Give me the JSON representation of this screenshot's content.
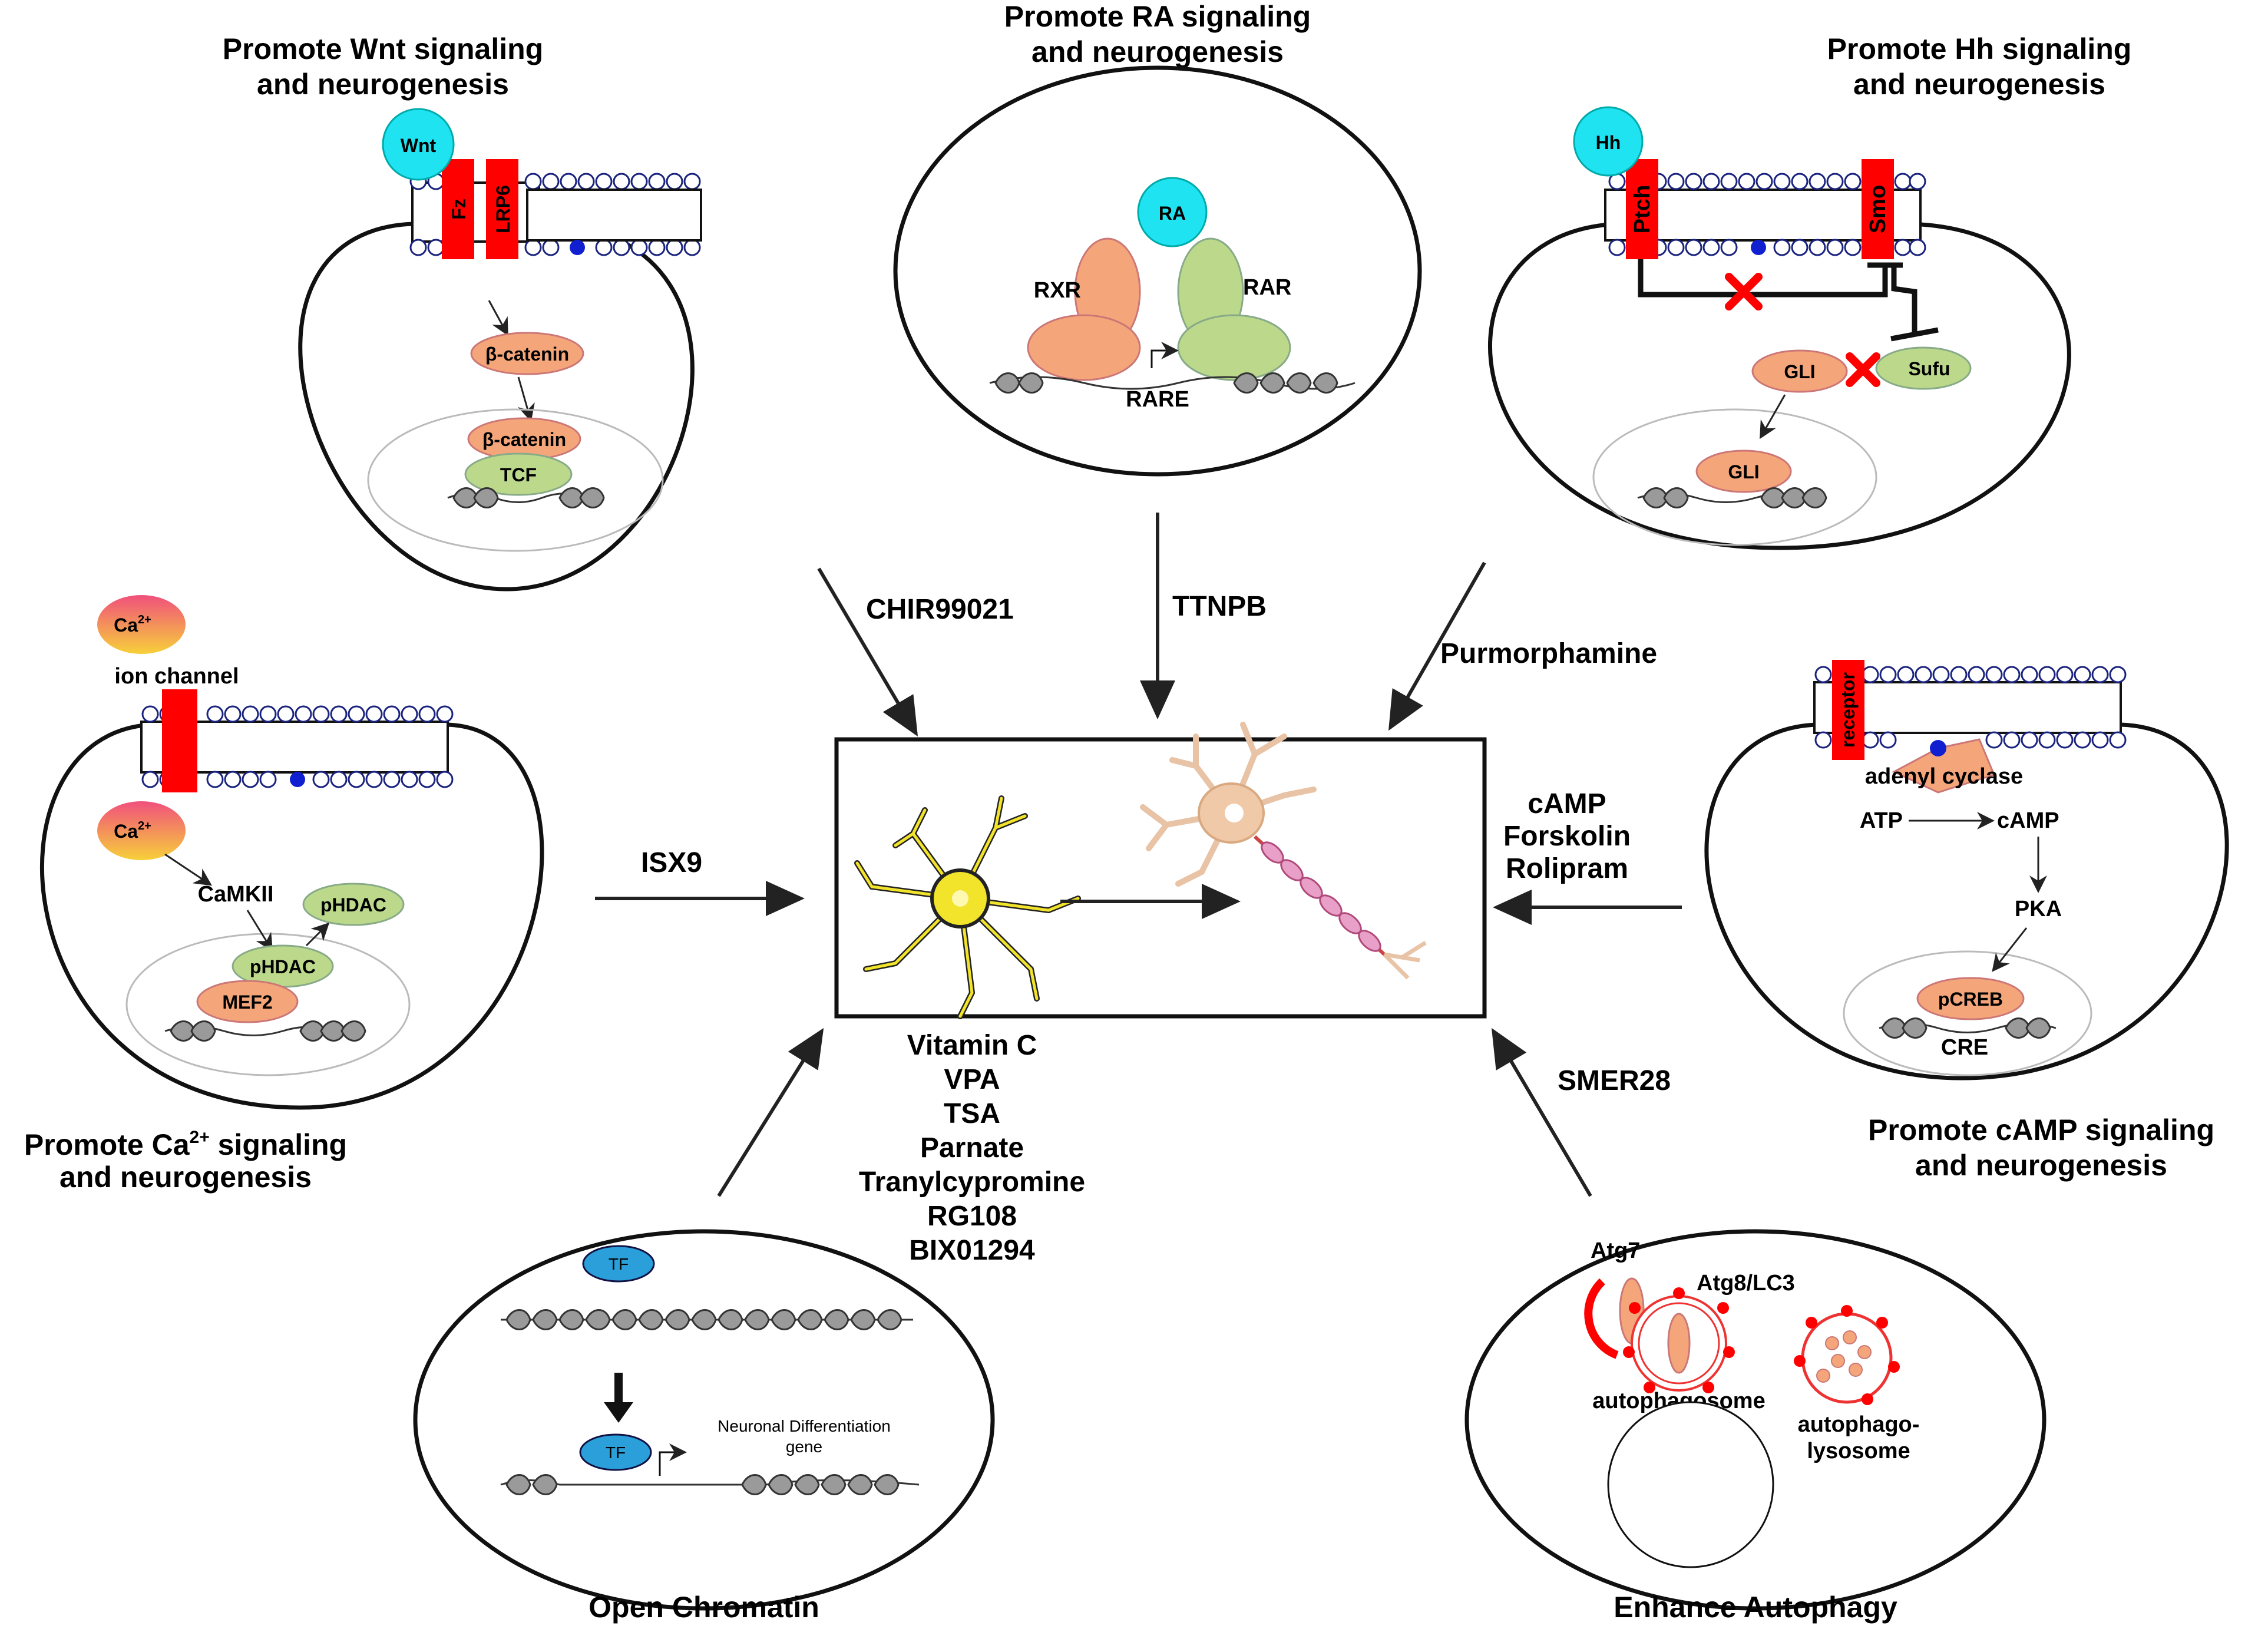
{
  "colors": {
    "orange_protein": "#f4a67a",
    "green_protein": "#bcd98b",
    "cyan_ligand": "#1fe3f0",
    "red_receptor": "#ff0000",
    "blue_tf": "#2a9fd9",
    "membrane_blue": "#1a237e",
    "neuron_yellow": "#f2e32b",
    "neuron_pink": "#e9a0c8"
  },
  "center": {
    "arrow_label": ""
  },
  "wnt": {
    "title_line1": "Promote Wnt signaling",
    "title_line2": "and neurogenesis",
    "ligand": "Wnt",
    "receptor1": "Fz",
    "receptor2": "LRP6",
    "protein1": "β-catenin",
    "protein2": "β-catenin",
    "tf": "TCF",
    "drug": "CHIR99021"
  },
  "ra": {
    "title_line1": "Promote RA signaling",
    "title_line2": "and neurogenesis",
    "ligand": "RA",
    "rxr": "RXR",
    "rar": "RAR",
    "element": "RARE",
    "drug": "TTNPB"
  },
  "hh": {
    "title_line1": "Promote Hh signaling",
    "title_line2": "and neurogenesis",
    "ligand": "Hh",
    "receptor1": "Ptch",
    "receptor2": "Smo",
    "gli1": "GLI",
    "sufu": "Sufu",
    "gli2": "GLI",
    "drug": "Purmorphamine"
  },
  "ca": {
    "title_line1": "Promote Ca",
    "title_sup": "2+",
    "title_line1_end": " signaling",
    "title_line2": "and neurogenesis",
    "ion": "Ca",
    "ion_sup": "2+",
    "channel": "ion channel",
    "ion2": "Ca",
    "ion2_sup": "2+",
    "kinase": "CaMKII",
    "p1": "pHDAC",
    "p2": "pHDAC",
    "tf": "MEF2",
    "drug": "ISX9"
  },
  "camp": {
    "title_line1": "Promote cAMP signaling",
    "title_line2": "and neurogenesis",
    "receptor": "receptor",
    "enzyme": "adenyl cyclase",
    "atp": "ATP",
    "camp": "cAMP",
    "pka": "PKA",
    "pcreb": "pCREB",
    "cre": "CRE",
    "drugs": [
      "cAMP",
      "Forskolin",
      "Rolipram"
    ]
  },
  "chromatin": {
    "title": "Open Chromatin",
    "tf1": "TF",
    "tf2": "TF",
    "gene_line1": "Neuronal Differentiation",
    "gene_line2": "gene",
    "drugs": [
      "Vitamin C",
      "VPA",
      "TSA",
      "Parnate",
      "Tranylcypromine",
      "RG108",
      "BIX01294"
    ]
  },
  "autophagy": {
    "title": "Enhance Autophagy",
    "atg7": "Atg7",
    "atg8": "Atg8/LC3",
    "autophagosome": "autophagosome",
    "lysosome_line1": "autophago-",
    "lysosome_line2": "lysosome",
    "drug": "SMER28"
  }
}
